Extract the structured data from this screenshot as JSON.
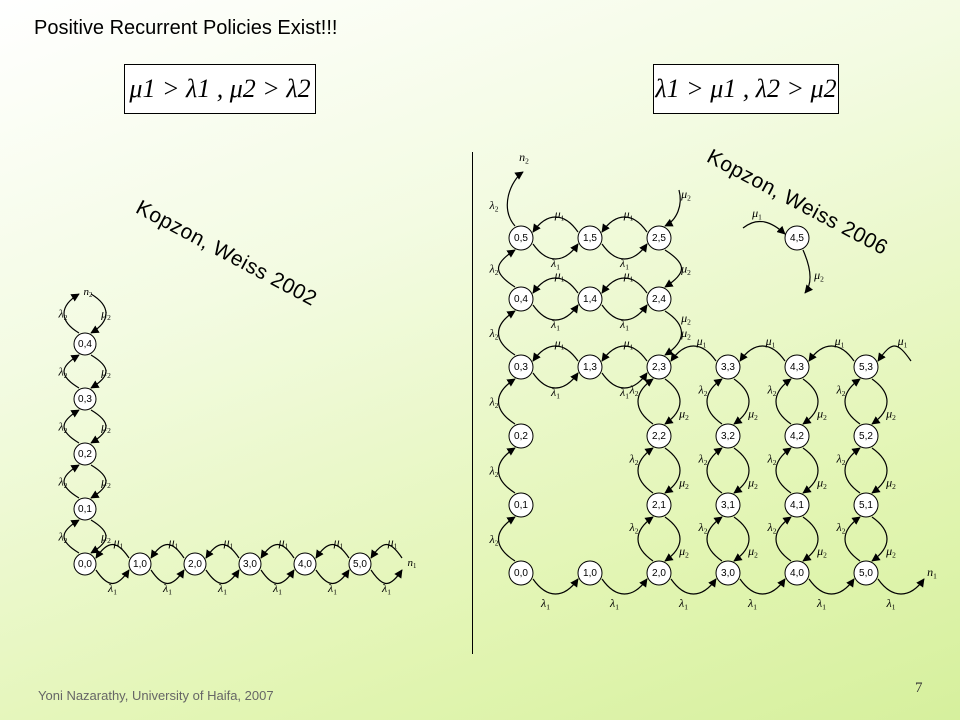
{
  "slide": {
    "title": "Positive Recurrent Policies Exist!!!",
    "formula_left": "μ1 > λ1 , μ2 > λ2",
    "formula_right": "λ1 > μ1 , λ2 > μ2",
    "caption_left": "Kopzon,  Weiss 2002",
    "caption_right": "Kopzon,  Weiss 2006",
    "footer": "Yoni Nazarathy, University of Haifa, 2007",
    "page": "7"
  },
  "left_chain": {
    "axis_n1": "n1",
    "axis_n2": "n2",
    "vertical_nodes": [
      "0,0",
      "0,1",
      "0,2",
      "0,3",
      "0,4"
    ],
    "horizontal_nodes": [
      "1,0",
      "2,0",
      "3,0",
      "4,0",
      "5,0"
    ]
  },
  "right_chain": {
    "axis_n1": "n1",
    "axis_n2": "n2",
    "row0": [
      "0,0",
      "1,0",
      "2,0",
      "3,0",
      "4,0",
      "5,0"
    ],
    "col0": [
      "0,1",
      "0,2",
      "0,3",
      "0,4",
      "0,5"
    ],
    "col1": [
      "1,3",
      "1,4",
      "1,5"
    ],
    "col2": [
      "2,1",
      "2,2",
      "2,3",
      "2,4",
      "2,5"
    ],
    "grid": [
      "3,1",
      "3,2",
      "3,3",
      "4,1",
      "4,2",
      "4,3",
      "5,1",
      "5,2",
      "5,3"
    ],
    "isolated": "4,5"
  },
  "rate_labels": {
    "mu1": "μ1",
    "mu2": "μ2",
    "lambda1": "λ1",
    "lambda2": "λ2"
  }
}
